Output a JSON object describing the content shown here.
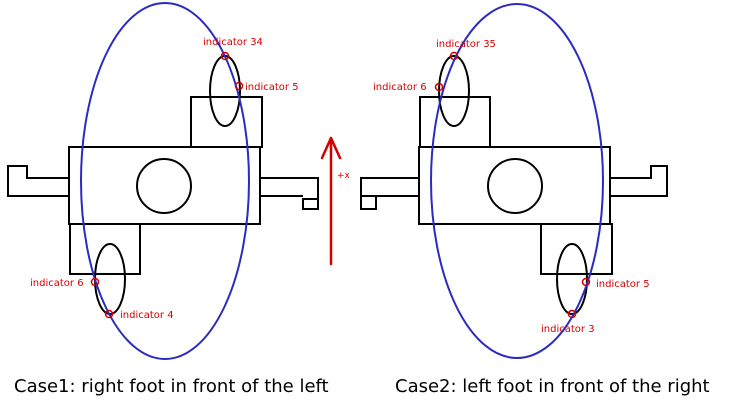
{
  "colors": {
    "ellipse": "#2b2bc0",
    "indicator": "#d40000",
    "outline": "#000000"
  },
  "axis_label": "+x",
  "case1": {
    "caption": "Case1: right foot in front of the left",
    "indicators": {
      "top_a": "indicator 34",
      "top_b": "indicator 5",
      "bottom_a": "indicator 6",
      "bottom_b": "indicator 4"
    }
  },
  "case2": {
    "caption": "Case2: left foot in front of the right",
    "indicators": {
      "top_a": "indicator 35",
      "top_b": "indicator 6",
      "bottom_a": "indicator 5",
      "bottom_b": "indicator 3"
    }
  }
}
